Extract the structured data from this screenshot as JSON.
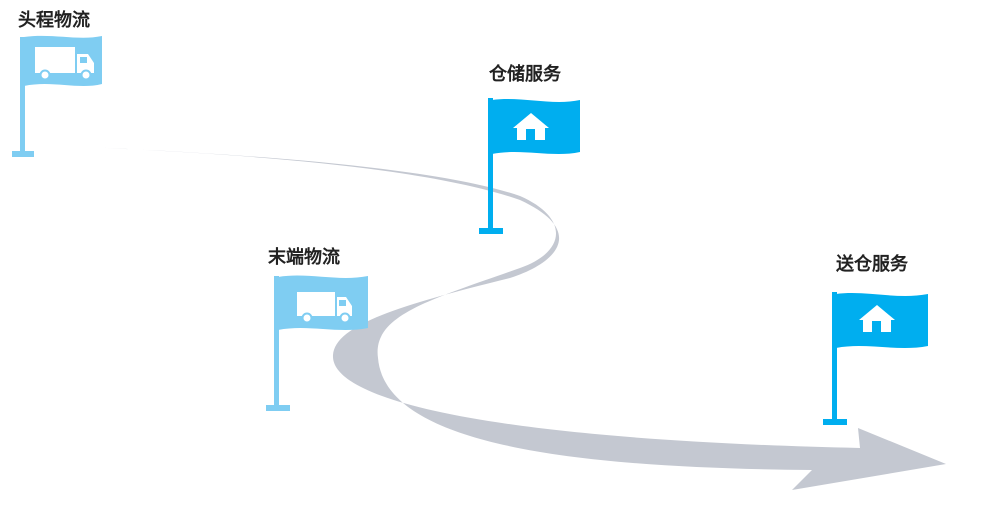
{
  "diagram": {
    "stages": [
      {
        "label": "头程物流",
        "icon": "truck-icon"
      },
      {
        "label": "仓储服务",
        "icon": "house-icon"
      },
      {
        "label": "末端物流",
        "icon": "truck-icon"
      },
      {
        "label": "送仓服务",
        "icon": "house-icon"
      }
    ]
  },
  "colors": {
    "path": "#c4c8d1",
    "flag_light": "#7fcdf2",
    "flag_dark": "#00aeef",
    "pole_light": "#7fcdf2",
    "pole_dark": "#00aeef",
    "icon": "#ffffff",
    "label": "#222222"
  }
}
